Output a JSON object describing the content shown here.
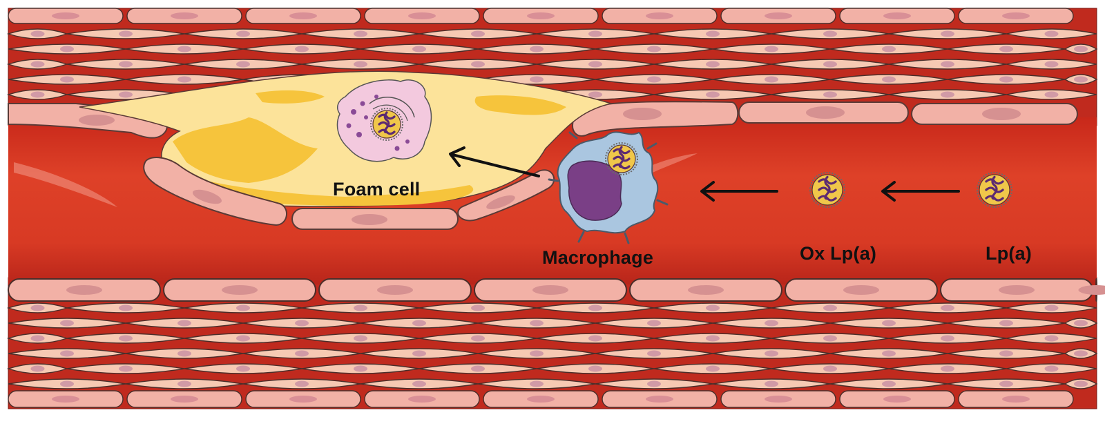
{
  "diagram": {
    "labels": {
      "foam_cell": "Foam cell",
      "macrophage": "Macrophage",
      "ox_lpa": "Ox Lp(a)",
      "lpa": "Lp(a)"
    },
    "colors": {
      "lumen": "#d93b25",
      "lumen_dark": "#c22a1a",
      "endothelium": "#f2b1a6",
      "smooth_muscle": "#f6c9b3",
      "muscle_nucleus": "#d19aa6",
      "plaque": "#fbe08f",
      "plaque_core": "#f5c542",
      "foam_cell": "#f1c6dc",
      "macrophage": "#a9c4df",
      "macrophage_nucleus": "#7b3f86",
      "particle_shell": "#f0c74a",
      "particle_core": "#5b2a72",
      "arrow": "#111111"
    },
    "icons": [
      "foam-cell-icon",
      "macrophage-icon",
      "ox-lpa-particle-icon",
      "lpa-particle-icon",
      "arrow-icon"
    ]
  }
}
